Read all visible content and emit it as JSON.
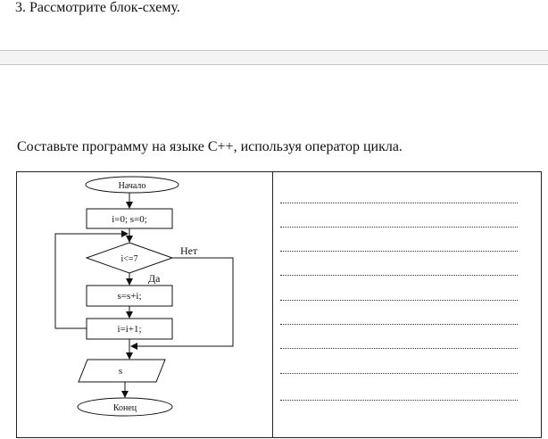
{
  "question": "3. Рассмотрите блок-схему.",
  "task": "Составьте программу на языке C++, используя оператор цикла.",
  "flowchart": {
    "start": "Начало",
    "init": "i=0; s=0;",
    "condition": "i<=7",
    "no_label": "Нет",
    "yes_label": "Да",
    "body1": "s=s+i;",
    "body2": "i=i+1;",
    "output": "s",
    "end": "Конец"
  },
  "answer_lines": 9
}
